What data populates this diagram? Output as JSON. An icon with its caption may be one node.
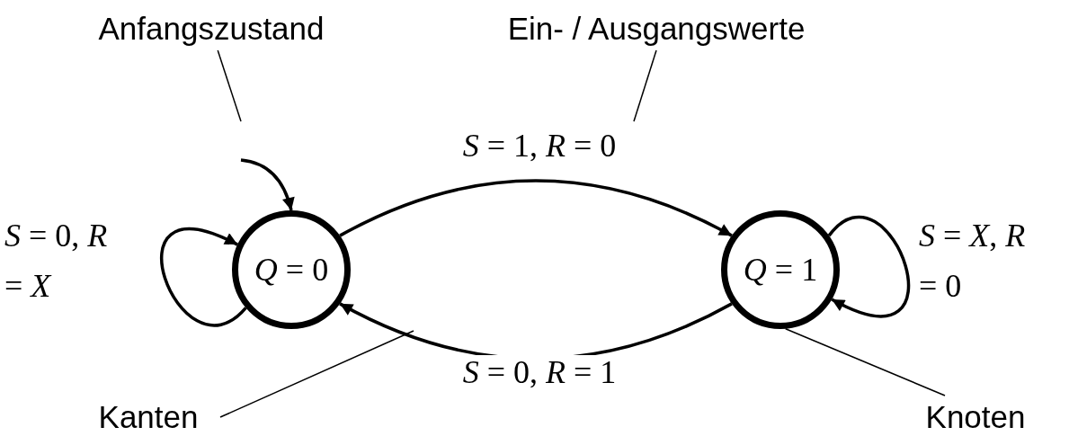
{
  "diagram": {
    "nodes": [
      {
        "text": [
          "*Q* = 0"
        ]
      },
      {
        "text": [
          "*Q* = 1"
        ]
      },
      {
        "text": [
          "Anfangszustand"
        ]
      },
      {
        "text": [
          "Ein- / Ausgangswerte"
        ]
      },
      {
        "text": [
          "Kanten"
        ]
      },
      {
        "text": [
          "Knoten"
        ]
      }
    ],
    "edges": [
      {
        "from": null,
        "to": 0,
        "arrow": "to"
      },
      {
        "from": 0,
        "to": 0,
        "arrow": "to",
        "label": "*S* = 0, *R* = *X*"
      },
      {
        "from": 0,
        "to": 1,
        "arrow": "to",
        "label": "*S* = 1, *R* = 0"
      },
      {
        "from": 1,
        "to": 0,
        "arrow": "to",
        "label": "*S* = 0, *R* = 1"
      },
      {
        "from": 1,
        "to": 1,
        "arrow": "to",
        "label": "*S* = *X*, *R* = 0"
      },
      {
        "from": 2,
        "to": null,
        "arrow": "none"
      },
      {
        "from": 3,
        "to": null,
        "arrow": "none"
      },
      {
        "from": 4,
        "to": null,
        "arrow": "none"
      },
      {
        "from": 5,
        "to": 1,
        "arrow": "none"
      }
    ]
  }
}
